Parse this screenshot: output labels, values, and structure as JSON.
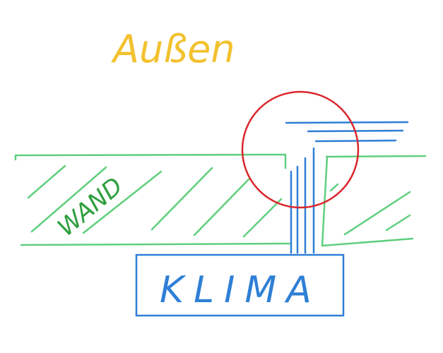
{
  "labels": {
    "outside": "Außen",
    "wall": "WAND",
    "ac_unit": "KLIMA"
  },
  "colors": {
    "outside_label": "#f2c12e",
    "wall": "#5fcf7e",
    "wall_label": "#2e9e3e",
    "pipe": "#2f7fd6",
    "highlight_circle": "#d9262b",
    "background": "#ffffff"
  }
}
